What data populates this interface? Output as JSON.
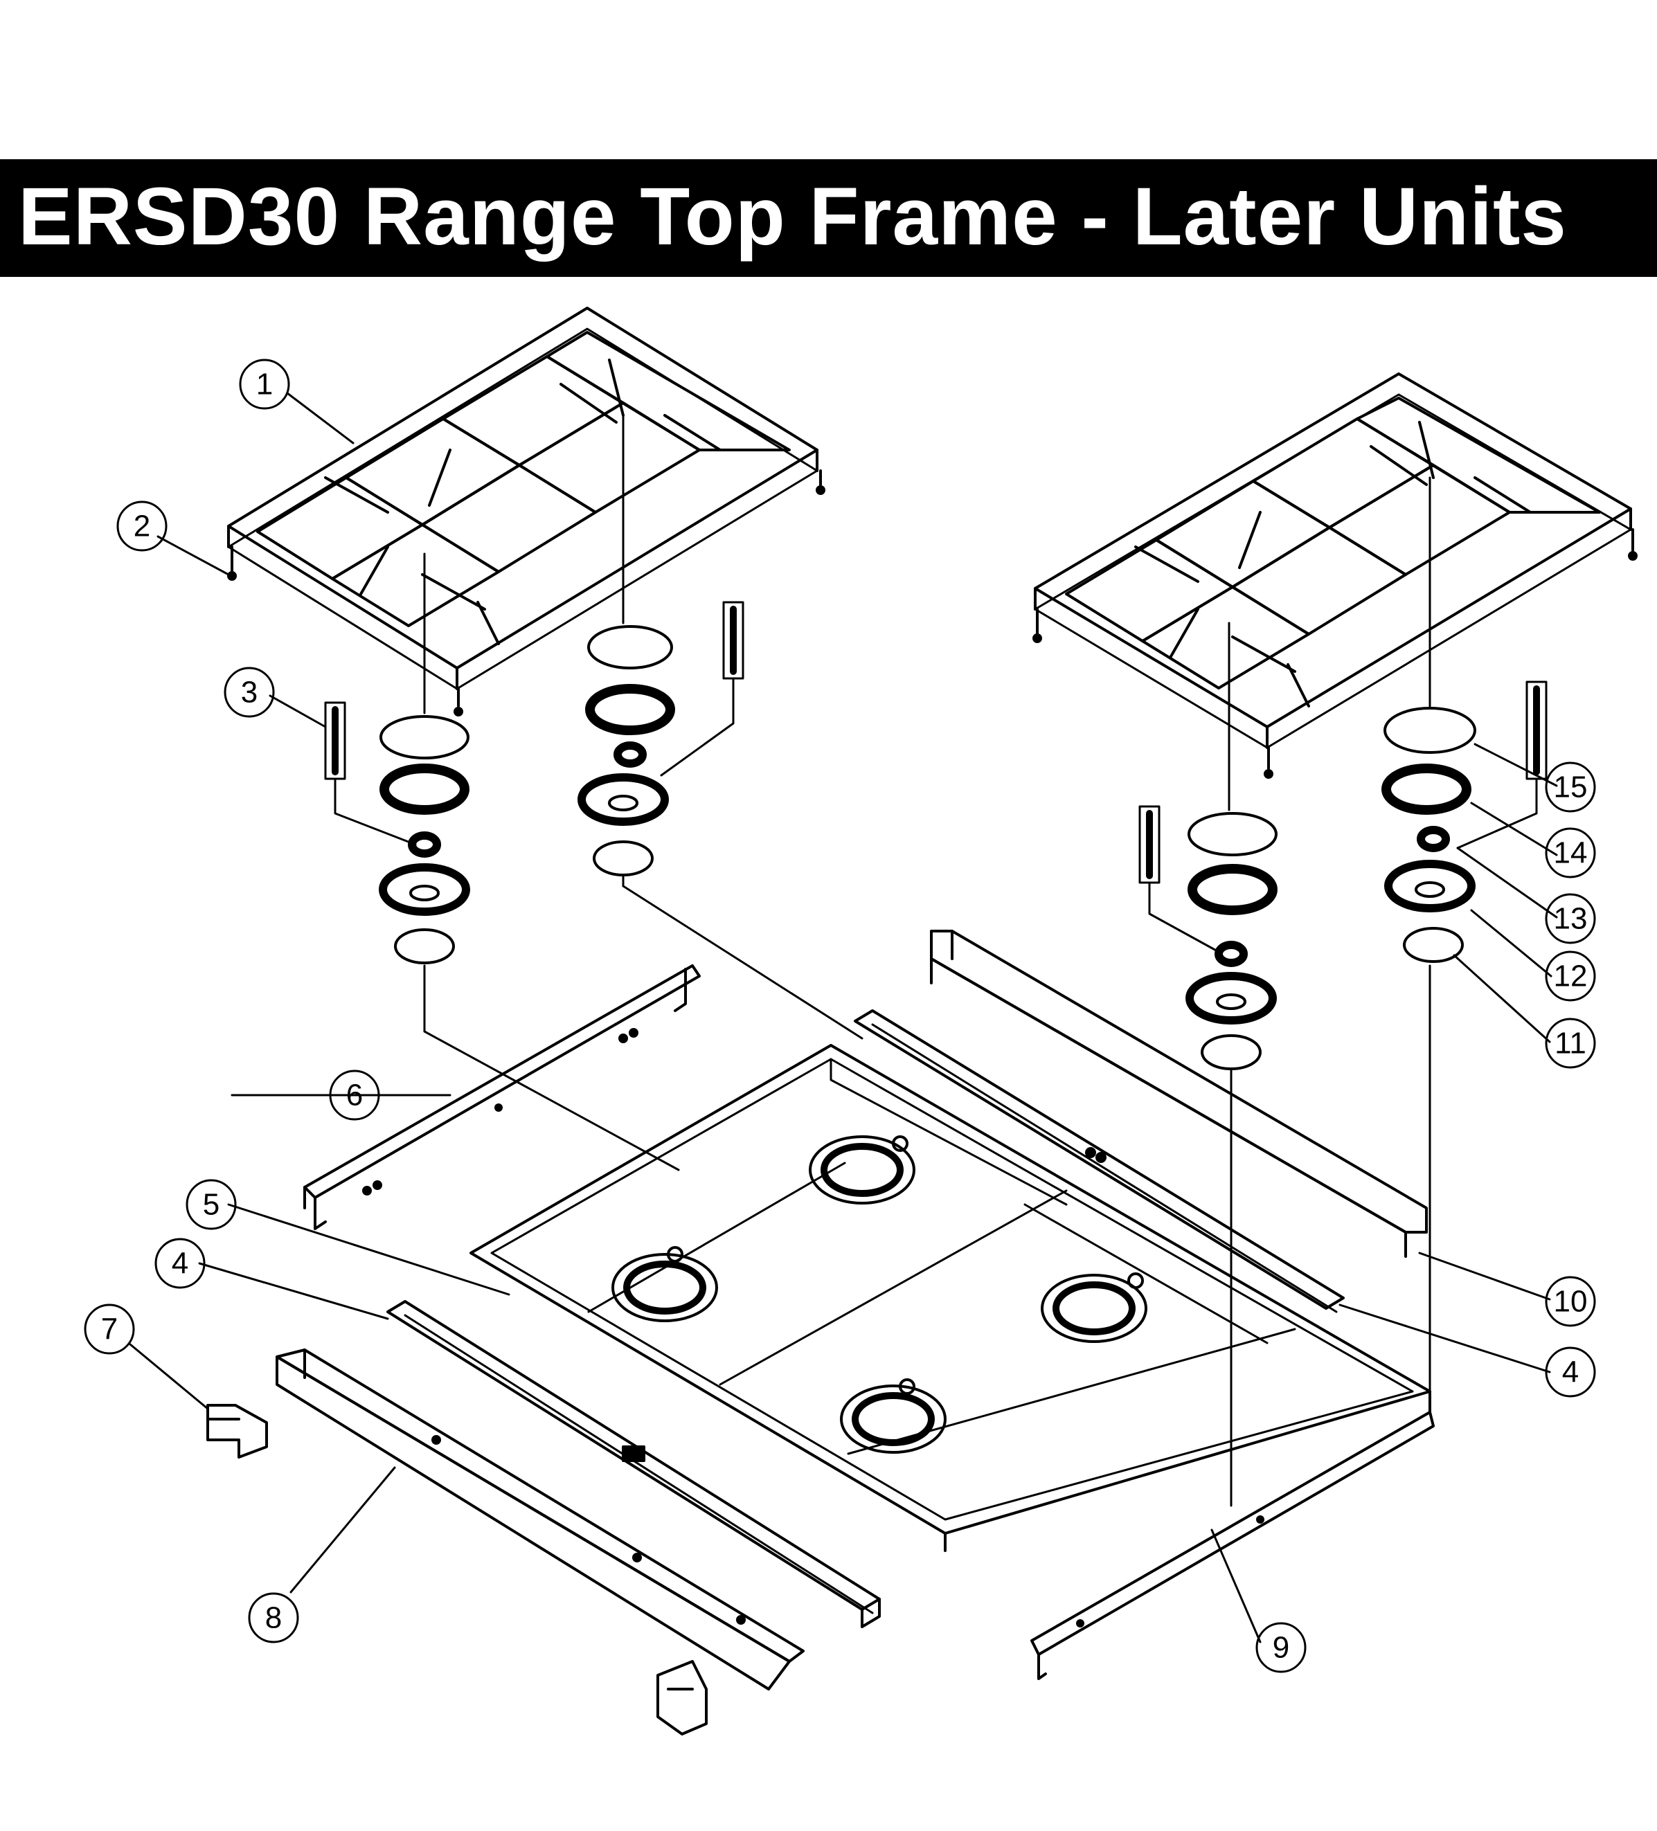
{
  "title": "ERSD30 Range Top Frame - Later Units",
  "callouts": [
    {
      "id": "c1",
      "label": "1"
    },
    {
      "id": "c2",
      "label": "2"
    },
    {
      "id": "c3",
      "label": "3"
    },
    {
      "id": "c4a",
      "label": "4"
    },
    {
      "id": "c4b",
      "label": "4"
    },
    {
      "id": "c5",
      "label": "5"
    },
    {
      "id": "c6",
      "label": "6"
    },
    {
      "id": "c7",
      "label": "7"
    },
    {
      "id": "c8",
      "label": "8"
    },
    {
      "id": "c9",
      "label": "9"
    },
    {
      "id": "c10",
      "label": "10"
    },
    {
      "id": "c11",
      "label": "11"
    },
    {
      "id": "c12",
      "label": "12"
    },
    {
      "id": "c13",
      "label": "13"
    },
    {
      "id": "c14",
      "label": "14"
    },
    {
      "id": "c15",
      "label": "15"
    }
  ]
}
